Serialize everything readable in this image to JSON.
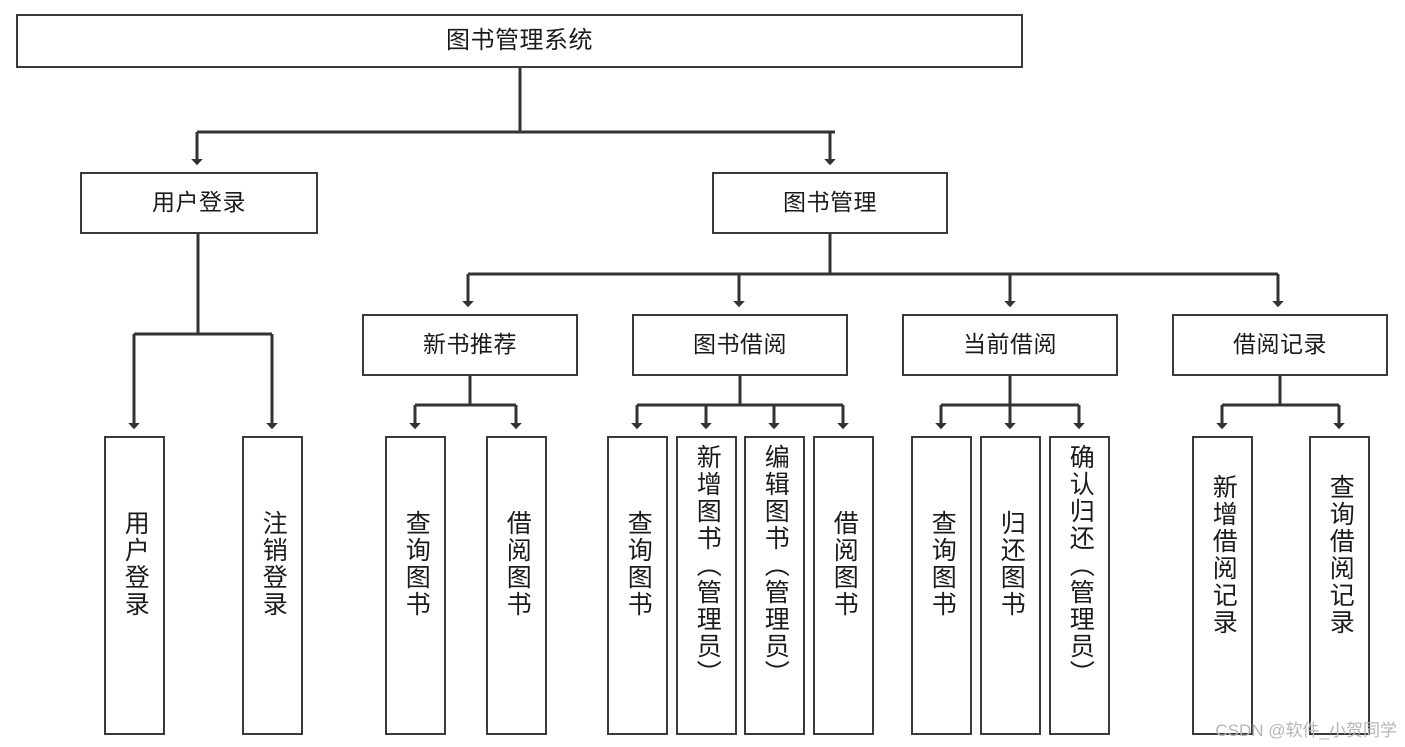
{
  "diagram": {
    "type": "tree-hierarchy",
    "title": "图书管理系统",
    "watermark": "CSDN @软件_小贺同学",
    "colors": {
      "box_border": "#3a3a3a",
      "box_fill": "#ffffff",
      "connector": "#333333",
      "text": "#1b1b1b",
      "watermark": "#b6b6b6"
    },
    "nodes": {
      "root": {
        "label": "图书管理系统",
        "orientation": "horizontal"
      },
      "level2": [
        {
          "id": "user-login",
          "label": "用户登录",
          "orientation": "horizontal"
        },
        {
          "id": "book-management",
          "label": "图书管理",
          "orientation": "horizontal"
        }
      ],
      "level3": [
        {
          "id": "new-book-recommend",
          "label": "新书推荐",
          "orientation": "horizontal"
        },
        {
          "id": "book-borrow",
          "label": "图书借阅",
          "orientation": "horizontal"
        },
        {
          "id": "current-borrow",
          "label": "当前借阅",
          "orientation": "horizontal"
        },
        {
          "id": "borrow-record",
          "label": "借阅记录",
          "orientation": "horizontal"
        }
      ],
      "leaves": [
        {
          "id": "leaf-user-login",
          "label": "用户登录",
          "parent": "user-login",
          "orientation": "vertical"
        },
        {
          "id": "leaf-user-logout",
          "label": "注销登录",
          "parent": "user-login",
          "orientation": "vertical"
        },
        {
          "id": "leaf-query-book-1",
          "label": "查询图书",
          "parent": "new-book-recommend",
          "orientation": "vertical"
        },
        {
          "id": "leaf-borrow-book-1",
          "label": "借阅图书",
          "parent": "new-book-recommend",
          "orientation": "vertical"
        },
        {
          "id": "leaf-query-book-2",
          "label": "查询图书",
          "parent": "book-borrow",
          "orientation": "vertical"
        },
        {
          "id": "leaf-add-book",
          "label": "新增图书（管理员）",
          "parent": "book-borrow",
          "orientation": "vertical"
        },
        {
          "id": "leaf-edit-book",
          "label": "编辑图书（管理员）",
          "parent": "book-borrow",
          "orientation": "vertical"
        },
        {
          "id": "leaf-borrow-book-2",
          "label": "借阅图书",
          "parent": "book-borrow",
          "orientation": "vertical"
        },
        {
          "id": "leaf-query-book-3",
          "label": "查询图书",
          "parent": "current-borrow",
          "orientation": "vertical"
        },
        {
          "id": "leaf-return-book",
          "label": "归还图书",
          "parent": "current-borrow",
          "orientation": "vertical"
        },
        {
          "id": "leaf-confirm-return",
          "label": "确认归还（管理员）",
          "parent": "current-borrow",
          "orientation": "vertical"
        },
        {
          "id": "leaf-add-record",
          "label": "新增借阅记录",
          "parent": "borrow-record",
          "orientation": "vertical"
        },
        {
          "id": "leaf-query-record",
          "label": "查询借阅记录",
          "parent": "borrow-record",
          "orientation": "vertical"
        }
      ]
    }
  }
}
